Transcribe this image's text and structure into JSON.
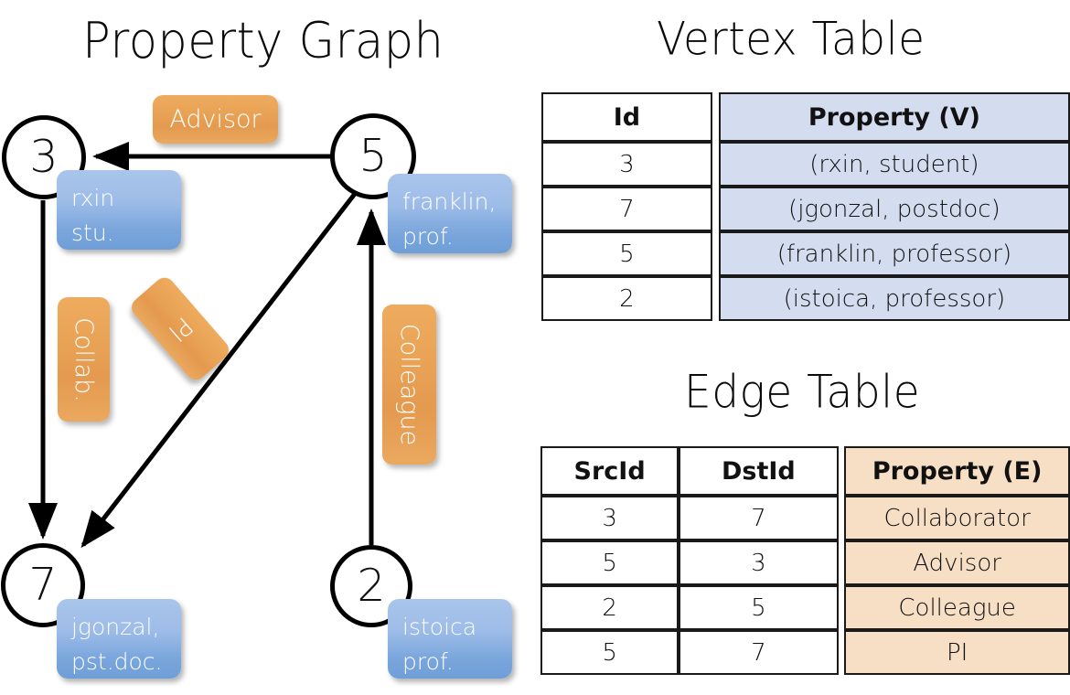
{
  "titles": {
    "property_graph": "Property Graph",
    "vertex_table": "Vertex Table",
    "edge_table": "Edge Table"
  },
  "graph": {
    "nodes": [
      {
        "id": "3",
        "property": "rxin\nstu."
      },
      {
        "id": "5",
        "property": "franklin,\nprof."
      },
      {
        "id": "7",
        "property": "jgonzal,\npst.doc."
      },
      {
        "id": "2",
        "property": "istoica\nprof."
      }
    ],
    "edge_labels": [
      {
        "name": "advisor",
        "text": "Advisor"
      },
      {
        "name": "collab",
        "text": "Collab."
      },
      {
        "name": "pi",
        "text": "PI"
      },
      {
        "name": "colleague",
        "text": "Colleague"
      }
    ],
    "edges": [
      {
        "from": "5",
        "to": "3",
        "label": "Advisor"
      },
      {
        "from": "3",
        "to": "7",
        "label": "Collab."
      },
      {
        "from": "5",
        "to": "7",
        "label": "PI"
      },
      {
        "from": "2",
        "to": "5",
        "label": "Colleague"
      }
    ]
  },
  "vertex_table": {
    "headers": [
      "Id",
      "Property (V)"
    ],
    "rows": [
      {
        "id": "3",
        "property": "(rxin, student)"
      },
      {
        "id": "7",
        "property": "(jgonzal, postdoc)"
      },
      {
        "id": "5",
        "property": "(franklin, professor)"
      },
      {
        "id": "2",
        "property": "(istoica, professor)"
      }
    ]
  },
  "edge_table": {
    "headers": [
      "SrcId",
      "DstId",
      "Property (E)"
    ],
    "rows": [
      {
        "src": "3",
        "dst": "7",
        "property": "Collaborator"
      },
      {
        "src": "5",
        "dst": "3",
        "property": "Advisor"
      },
      {
        "src": "2",
        "dst": "5",
        "property": "Colleague"
      },
      {
        "src": "5",
        "dst": "7",
        "property": "PI"
      }
    ]
  },
  "colors": {
    "vertex_property_fill": "#d3ddef",
    "edge_property_fill": "#f6dfc5",
    "vertex_box_blue": "#7aa6dc",
    "edge_box_orange": "#e9a357",
    "stroke": "#000000"
  }
}
